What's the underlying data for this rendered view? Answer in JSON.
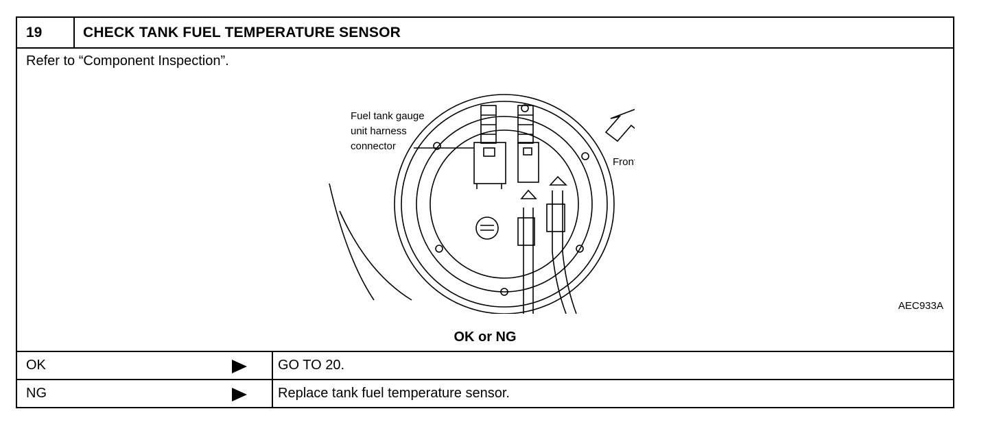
{
  "step": {
    "number": "19",
    "title": "CHECK TANK FUEL TEMPERATURE SENSOR"
  },
  "instruction": "Refer to “Component Inspection”.",
  "figure": {
    "label_line1": "Fuel tank gauge",
    "label_line2": "unit harness",
    "label_line3": "connector",
    "direction_label": "Front",
    "code": "AEC933A"
  },
  "result_heading": "OK or NG",
  "results": [
    {
      "label": "OK",
      "action": "GO TO 20."
    },
    {
      "label": "NG",
      "action": "Replace tank fuel temperature sensor."
    }
  ]
}
